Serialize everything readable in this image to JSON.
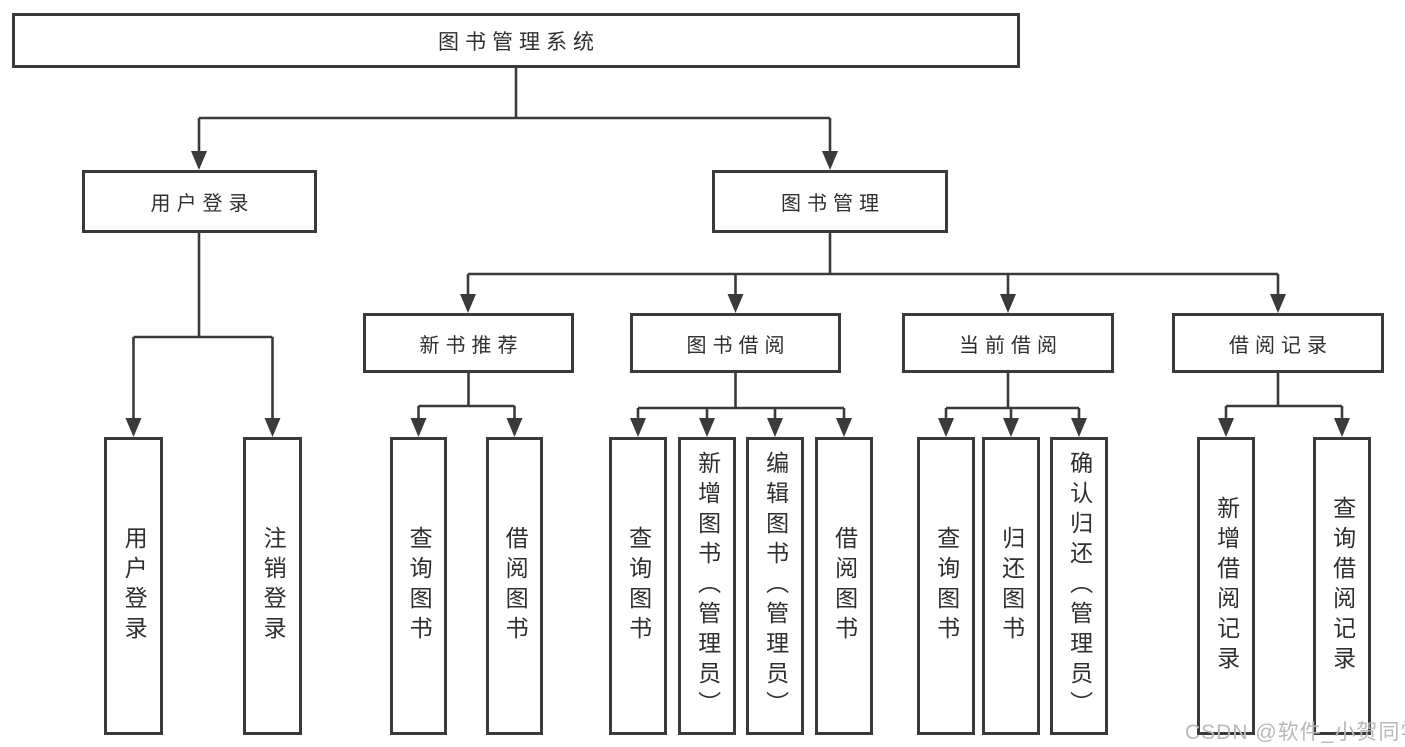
{
  "tree": {
    "root": {
      "label": "图书管理系统"
    },
    "children": [
      {
        "label": "用户登录",
        "children": [
          {
            "label": "用户登录"
          },
          {
            "label": "注销登录"
          }
        ]
      },
      {
        "label": "图书管理",
        "children": [
          {
            "label": "新书推荐",
            "children": [
              {
                "label": "查询图书"
              },
              {
                "label": "借阅图书"
              }
            ]
          },
          {
            "label": "图书借阅",
            "children": [
              {
                "label": "查询图书"
              },
              {
                "label": "新增图书（管理员）"
              },
              {
                "label": "编辑图书（管理员）"
              },
              {
                "label": "借阅图书"
              }
            ]
          },
          {
            "label": "当前借阅",
            "children": [
              {
                "label": "查询图书"
              },
              {
                "label": "归还图书"
              },
              {
                "label": "确认归还（管理员）"
              }
            ]
          },
          {
            "label": "借阅记录",
            "children": [
              {
                "label": "新增借阅记录"
              },
              {
                "label": "查询借阅记录"
              }
            ]
          }
        ]
      }
    ]
  },
  "watermark": {
    "text": "CSDN @软件_小贺同学"
  },
  "colors": {
    "line": "#3a3a3a",
    "text": "#2f2f2f",
    "watermark": "#b9b9b9",
    "background": "#ffffff"
  }
}
